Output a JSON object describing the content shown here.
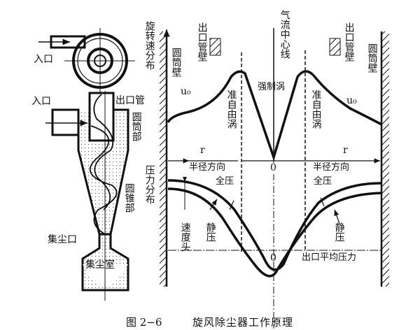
{
  "cyclone": {
    "inlet_top": "入口",
    "inlet_side": "入口",
    "outlet_pipe": "出口管",
    "cylinder_part": "圆筒部",
    "cone_part": "圆锥部",
    "dust_outlet": "集尘口",
    "dust_chamber": "集尘室"
  },
  "velocity_plot": {
    "axis_label": "旋转速分布",
    "cylinder_wall_left": "圆筒壁",
    "cylinder_wall_right": "圆筒壁",
    "outlet_pipe_wall_left": "出口管壁",
    "outlet_pipe_wall_right": "出口管壁",
    "centerline": "气流中心线",
    "forced_vortex": "强制涡",
    "quasi_free_vortex_left": "准自由涡",
    "quasi_free_vortex_right": "准自由涡",
    "u0_left": "u₀",
    "u0_right": "u₀",
    "r_left": "r",
    "r_right": "r",
    "zero": "0"
  },
  "pressure_plot": {
    "axis_label": "压力分布",
    "radial_left": "半径方向",
    "radial_right": "半径方向",
    "total_pressure_left": "全压",
    "total_pressure_right": "全压",
    "static_pressure_left": "静压",
    "static_pressure_right": "静压",
    "velocity_head": "速度头",
    "outlet_mean_pressure": "出口平均压力",
    "zero": "0"
  },
  "caption": {
    "figure_number": "图 2−6",
    "title": "旋风除尘器工作原理"
  }
}
